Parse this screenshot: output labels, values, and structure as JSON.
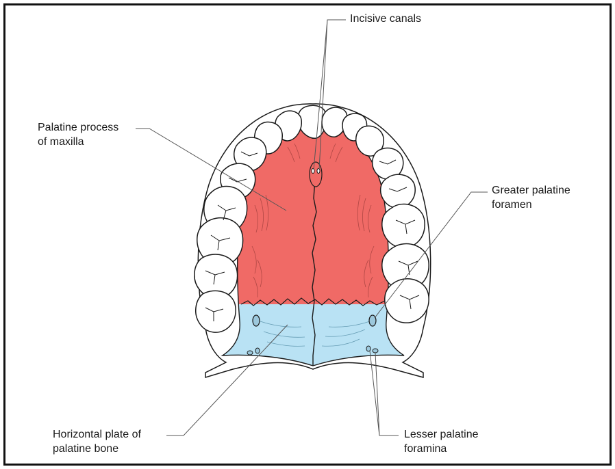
{
  "colors": {
    "palatine_process": "#f06a66",
    "horizontal_plate": "#b9e2f4",
    "outline": "#1a1a1a",
    "frame": "#111111"
  },
  "labels": {
    "incisive_canals": "Incisive canals",
    "palatine_process_line1": "Palatine process",
    "palatine_process_line2": "of maxilla",
    "greater_palatine_line1": "Greater palatine",
    "greater_palatine_line2": "foramen",
    "horizontal_plate_line1": "Horizontal plate of",
    "horizontal_plate_line2": "palatine bone",
    "lesser_palatine_line1": "Lesser palatine",
    "lesser_palatine_line2": "foramina"
  }
}
